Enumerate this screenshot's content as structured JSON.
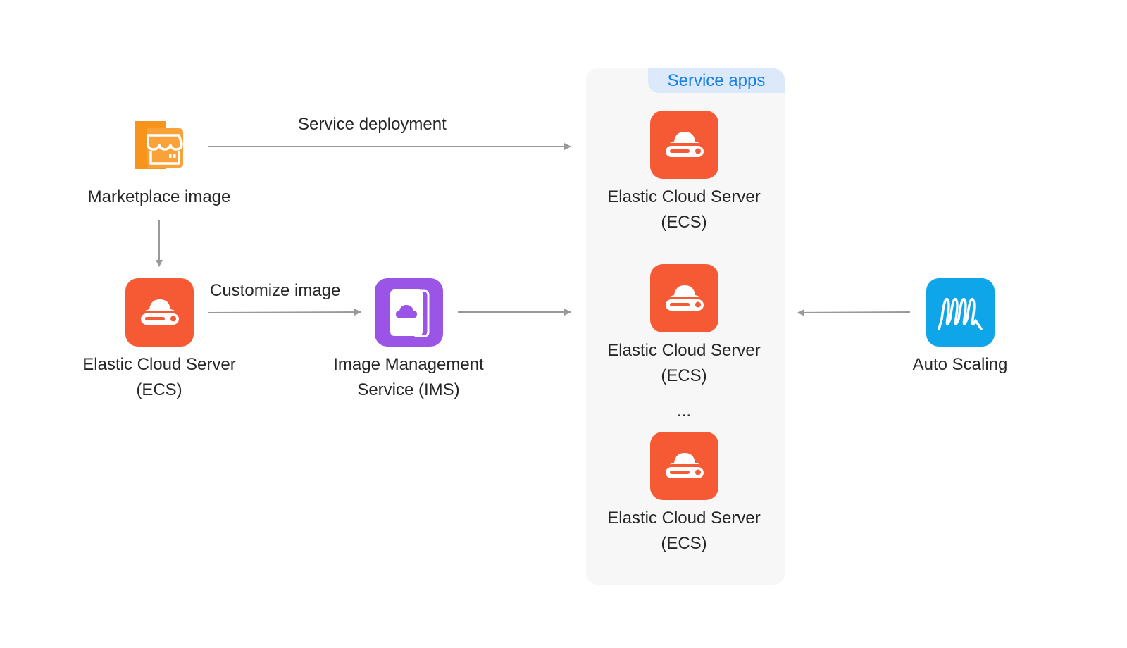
{
  "panel": {
    "title": "Service apps",
    "ellipsis": "..."
  },
  "nodes": {
    "marketplace": {
      "label": "Marketplace image",
      "icon": "storefront-icon"
    },
    "ecs_left": {
      "line1": "Elastic Cloud Server",
      "line2": "(ECS)",
      "icon": "ecs-cloud-server-icon"
    },
    "ims": {
      "line1": "Image Management",
      "line2": "Service (IMS)",
      "icon": "ims-image-icon"
    },
    "ecs_1": {
      "line1": "Elastic Cloud Server",
      "line2": "(ECS)"
    },
    "ecs_2": {
      "line1": "Elastic Cloud Server",
      "line2": "(ECS)"
    },
    "ecs_3": {
      "line1": "Elastic Cloud Server",
      "line2": "(ECS)"
    },
    "auto_scaling": {
      "label": "Auto Scaling",
      "icon": "auto-scaling-icon"
    }
  },
  "edges": {
    "service_deployment": "Service deployment",
    "customize_image": "Customize image"
  },
  "colors": {
    "ecs": "#f55a35",
    "ims": "#9a55e6",
    "auto_scaling": "#0ea5e9",
    "marketplace": "#f7941d",
    "panel_bg": "#f7f7f7",
    "panel_tab_bg": "#dbe9fa",
    "panel_tab_text": "#1a7fe6",
    "arrow": "#999999"
  }
}
